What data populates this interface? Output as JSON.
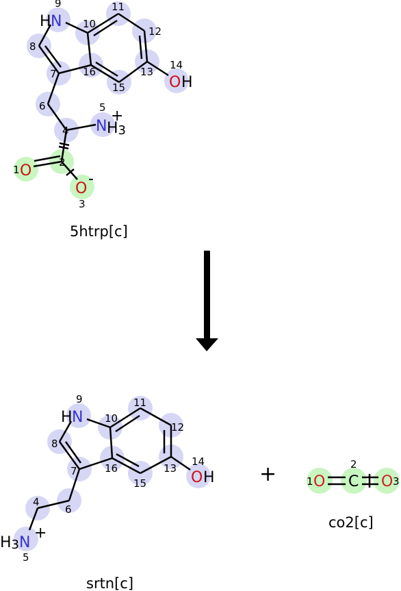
{
  "colors": {
    "mapped_highlight": "#d6d6f5",
    "changed_highlight": "#c8f5c0",
    "nitrogen": "#3333cc",
    "oxygen": "#cc1111",
    "bond": "#000000"
  },
  "reactant": {
    "label": "5htrp[c]",
    "indices": [
      "1",
      "2",
      "3",
      "4",
      "5",
      "6",
      "7",
      "8",
      "9",
      "10",
      "11",
      "12",
      "13",
      "14",
      "15",
      "16"
    ],
    "atoms": {
      "hn": "HN",
      "nh3": "NH3",
      "charge_plus": "+",
      "oh": "OH",
      "o_double": "O",
      "o_minus": "O",
      "charge_minus": "-"
    }
  },
  "arrow": {
    "direction": "down"
  },
  "products": [
    {
      "label": "srtn[c]",
      "indices": [
        "4",
        "5",
        "6",
        "7",
        "8",
        "9",
        "10",
        "11",
        "12",
        "13",
        "14",
        "15",
        "16"
      ],
      "atoms": {
        "hn": "HN",
        "h3n": "H3N",
        "charge_plus": "+",
        "oh": "OH"
      }
    },
    {
      "label": "co2[c]",
      "indices": [
        "1",
        "2",
        "3"
      ],
      "atoms": {
        "o_left": "O",
        "c": "C",
        "o_right": "O"
      }
    }
  ],
  "plus_sign": "+"
}
